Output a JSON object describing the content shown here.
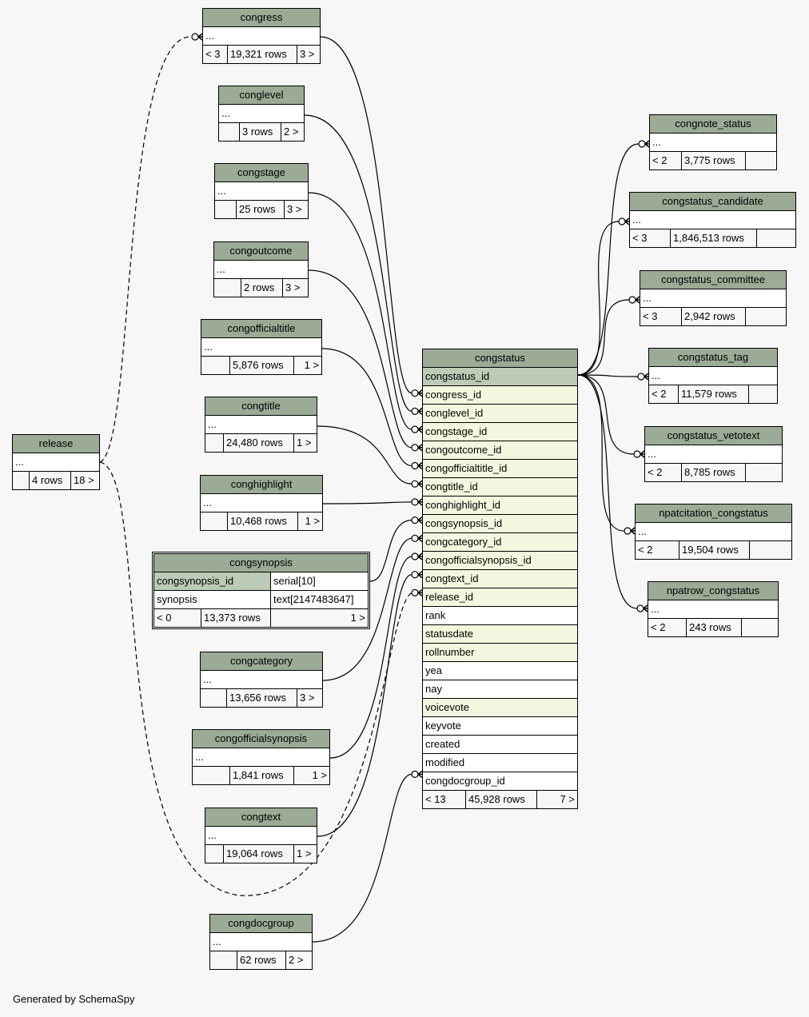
{
  "footer": "Generated by SchemaSpy",
  "colors": {
    "header": "#9bab96",
    "pk": "#bccbb6",
    "fk": "#f4f7df",
    "background": "#f7f7f7"
  },
  "tables": {
    "congress": {
      "name": "congress",
      "ellipsis": "...",
      "parents": "< 3",
      "rows": "19,321 rows",
      "children": "3 >"
    },
    "conglevel": {
      "name": "conglevel",
      "ellipsis": "...",
      "parents": "",
      "rows": "3 rows",
      "children": "2 >"
    },
    "congstage": {
      "name": "congstage",
      "ellipsis": "...",
      "parents": "",
      "rows": "25 rows",
      "children": "3 >"
    },
    "congoutcome": {
      "name": "congoutcome",
      "ellipsis": "...",
      "parents": "",
      "rows": "2 rows",
      "children": "3 >"
    },
    "congofficialtitle": {
      "name": "congofficialtitle",
      "ellipsis": "...",
      "parents": "",
      "rows": "5,876 rows",
      "children": "1 >"
    },
    "congtitle": {
      "name": "congtitle",
      "ellipsis": "...",
      "parents": "",
      "rows": "24,480 rows",
      "children": "1 >"
    },
    "conghighlight": {
      "name": "conghighlight",
      "ellipsis": "...",
      "parents": "",
      "rows": "10,468 rows",
      "children": "1 >"
    },
    "congsynopsis": {
      "name": "congsynopsis",
      "columns": [
        {
          "name": "congsynopsis_id",
          "type": "serial[10]"
        },
        {
          "name": "synopsis",
          "type": "text[2147483647]"
        }
      ],
      "parents": "< 0",
      "rows": "13,373 rows",
      "children": "1 >"
    },
    "congcategory": {
      "name": "congcategory",
      "ellipsis": "...",
      "parents": "",
      "rows": "13,656 rows",
      "children": "3 >"
    },
    "congofficialsynopsis": {
      "name": "congofficialsynopsis",
      "ellipsis": "...",
      "parents": "",
      "rows": "1,841 rows",
      "children": "1 >"
    },
    "congtext": {
      "name": "congtext",
      "ellipsis": "...",
      "parents": "",
      "rows": "19,064 rows",
      "children": "1 >"
    },
    "congdocgroup": {
      "name": "congdocgroup",
      "ellipsis": "...",
      "parents": "",
      "rows": "62 rows",
      "children": "2 >"
    },
    "release": {
      "name": "release",
      "ellipsis": "...",
      "parents": "",
      "rows": "4 rows",
      "children": "18 >"
    },
    "congstatus": {
      "name": "congstatus",
      "columns": [
        "congstatus_id",
        "congress_id",
        "conglevel_id",
        "congstage_id",
        "congoutcome_id",
        "congofficialtitle_id",
        "congtitle_id",
        "conghighlight_id",
        "congsynopsis_id",
        "congcategory_id",
        "congofficialsynopsis_id",
        "congtext_id",
        "release_id",
        "rank",
        "statusdate",
        "rollnumber",
        "yea",
        "nay",
        "voicevote",
        "keyvote",
        "created",
        "modified",
        "congdocgroup_id"
      ],
      "parents": "< 13",
      "rows": "45,928 rows",
      "children": "7 >"
    },
    "congnote_status": {
      "name": "congnote_status",
      "ellipsis": "...",
      "parents": "< 2",
      "rows": "3,775 rows",
      "children": ""
    },
    "congstatus_candidate": {
      "name": "congstatus_candidate",
      "ellipsis": "...",
      "parents": "< 3",
      "rows": "1,846,513 rows",
      "children": ""
    },
    "congstatus_committee": {
      "name": "congstatus_committee",
      "ellipsis": "...",
      "parents": "< 3",
      "rows": "2,942 rows",
      "children": ""
    },
    "congstatus_tag": {
      "name": "congstatus_tag",
      "ellipsis": "...",
      "parents": "< 2",
      "rows": "11,579 rows",
      "children": ""
    },
    "congstatus_vetotext": {
      "name": "congstatus_vetotext",
      "ellipsis": "...",
      "parents": "< 2",
      "rows": "8,785 rows",
      "children": ""
    },
    "npatcitation_congstatus": {
      "name": "npatcitation_congstatus",
      "ellipsis": "...",
      "parents": "< 2",
      "rows": "19,504 rows",
      "children": ""
    },
    "npatrow_congstatus": {
      "name": "npatrow_congstatus",
      "ellipsis": "...",
      "parents": "< 2",
      "rows": "243 rows",
      "children": ""
    }
  }
}
